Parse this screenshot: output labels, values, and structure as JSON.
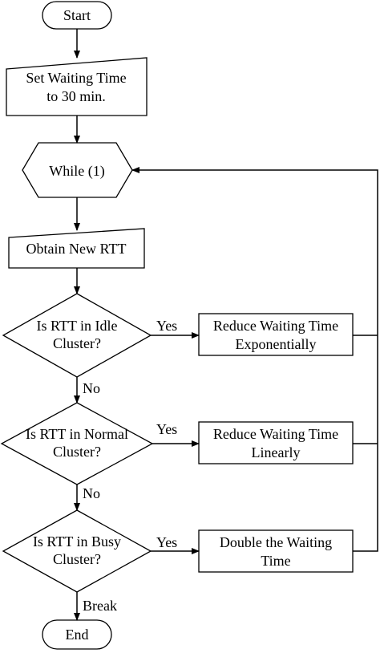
{
  "diagram": {
    "nodes": {
      "start": {
        "label": "Start"
      },
      "set_waiting": {
        "lines": [
          "Set Waiting Time",
          "to 30 min."
        ]
      },
      "while_loop": {
        "label": "While (1)"
      },
      "obtain_rtt": {
        "label": "Obtain New RTT"
      },
      "is_idle": {
        "lines": [
          "Is RTT in Idle",
          "Cluster?"
        ]
      },
      "reduce_exp": {
        "lines": [
          "Reduce Waiting Time",
          "Exponentially"
        ]
      },
      "is_normal": {
        "lines": [
          "Is RTT in Normal",
          "Cluster?"
        ]
      },
      "reduce_lin": {
        "lines": [
          "Reduce Waiting Time",
          "Linearly"
        ]
      },
      "is_busy": {
        "lines": [
          "Is RTT in Busy",
          "Cluster?"
        ]
      },
      "double_wait": {
        "lines": [
          "Double the Waiting",
          "Time"
        ]
      },
      "end": {
        "label": "End"
      }
    },
    "edge_labels": {
      "idle_yes": "Yes",
      "idle_no": "No",
      "normal_yes": "Yes",
      "normal_no": "No",
      "busy_yes": "Yes",
      "busy_break": "Break"
    },
    "colors": {
      "stroke": "#000000",
      "fill": "#ffffff"
    }
  }
}
